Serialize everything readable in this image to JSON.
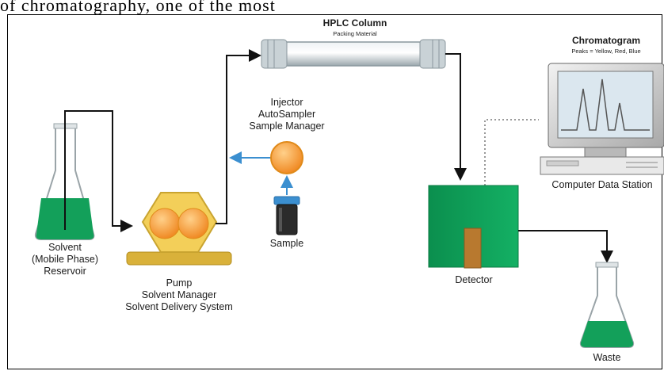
{
  "caption": "of chromatography, one of the most",
  "colors": {
    "flask_liquid": "#13a05a",
    "pump_body": "#f2c94c",
    "pump_heads": "#f4a261",
    "column": "#cfd8dc",
    "detector": "#0f9a58",
    "detector_cell": "#b8792f",
    "sample_flow": "#3b8fd0",
    "sample_vial": "#2b2b2b",
    "injector": "#f5a623",
    "tubing": "#111111",
    "signal_line": "#999999"
  },
  "labels": {
    "column_title": "HPLC Column",
    "column_sub": "Packing Material",
    "chromatogram_title": "Chromatogram",
    "chromatogram_sub": "Peaks = Yellow, Red, Blue",
    "injector": [
      "Injector",
      "AutoSampler",
      "Sample Manager"
    ],
    "solvent": [
      "Solvent",
      "(Mobile Phase)",
      "Reservoir"
    ],
    "sample": "Sample",
    "pump": [
      "Pump",
      "Solvent Manager",
      "Solvent Delivery System"
    ],
    "computer": "Computer Data Station",
    "detector": "Detector",
    "waste": "Waste"
  }
}
